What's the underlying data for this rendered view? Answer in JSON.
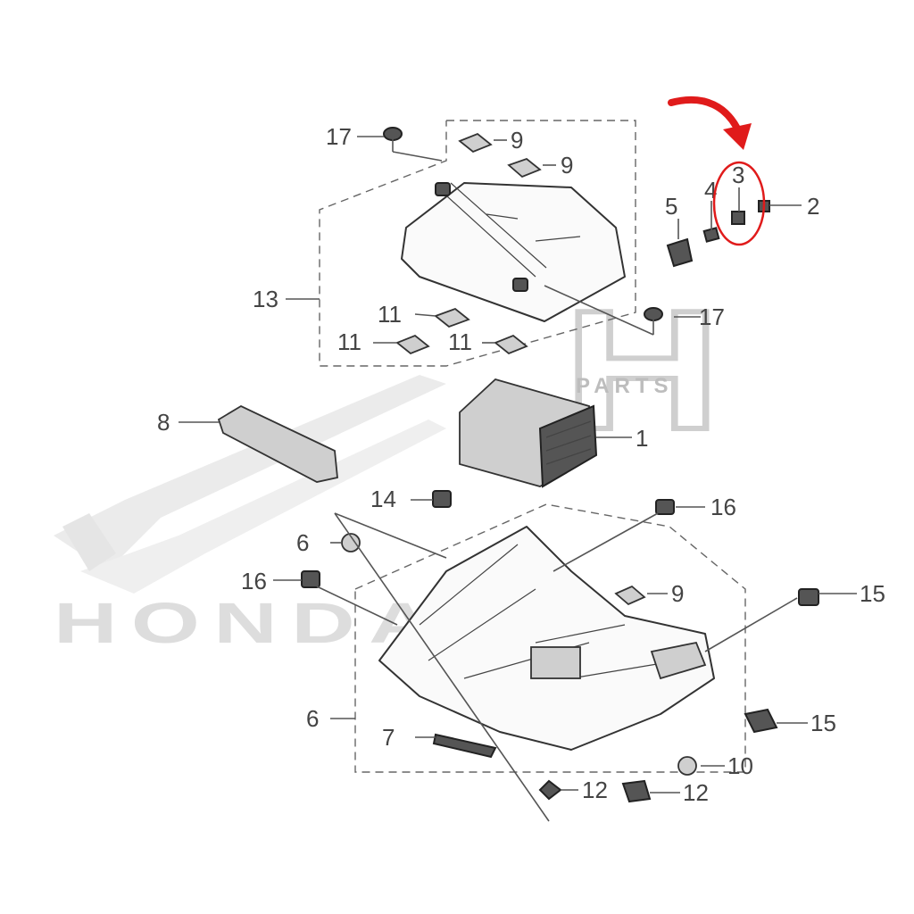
{
  "diagram": {
    "callouts": [
      {
        "id": "c1",
        "label": "1"
      },
      {
        "id": "c2",
        "label": "2"
      },
      {
        "id": "c3",
        "label": "3"
      },
      {
        "id": "c4",
        "label": "4"
      },
      {
        "id": "c5",
        "label": "5"
      },
      {
        "id": "c6a",
        "label": "6"
      },
      {
        "id": "c6b",
        "label": "6"
      },
      {
        "id": "c7",
        "label": "7"
      },
      {
        "id": "c8",
        "label": "8"
      },
      {
        "id": "c9a",
        "label": "9"
      },
      {
        "id": "c9b",
        "label": "9"
      },
      {
        "id": "c9c",
        "label": "9"
      },
      {
        "id": "c10",
        "label": "10"
      },
      {
        "id": "c11a",
        "label": "11"
      },
      {
        "id": "c11b",
        "label": "11"
      },
      {
        "id": "c11c",
        "label": "11"
      },
      {
        "id": "c12a",
        "label": "12"
      },
      {
        "id": "c12b",
        "label": "12"
      },
      {
        "id": "c13",
        "label": "13"
      },
      {
        "id": "c14",
        "label": "14"
      },
      {
        "id": "c15a",
        "label": "15"
      },
      {
        "id": "c15b",
        "label": "15"
      },
      {
        "id": "c16a",
        "label": "16"
      },
      {
        "id": "c16b",
        "label": "16"
      },
      {
        "id": "c17a",
        "label": "17"
      },
      {
        "id": "c17b",
        "label": "17"
      }
    ],
    "highlight": {
      "color": "#e01b1b"
    }
  },
  "watermarks": {
    "brand_word": "HONDA",
    "parts_logo_letter": "H",
    "parts_logo_text": "PARTS"
  },
  "colors": {
    "line": "#333333",
    "watermark": "#d6d6d6",
    "highlight": "#e01b1b"
  }
}
